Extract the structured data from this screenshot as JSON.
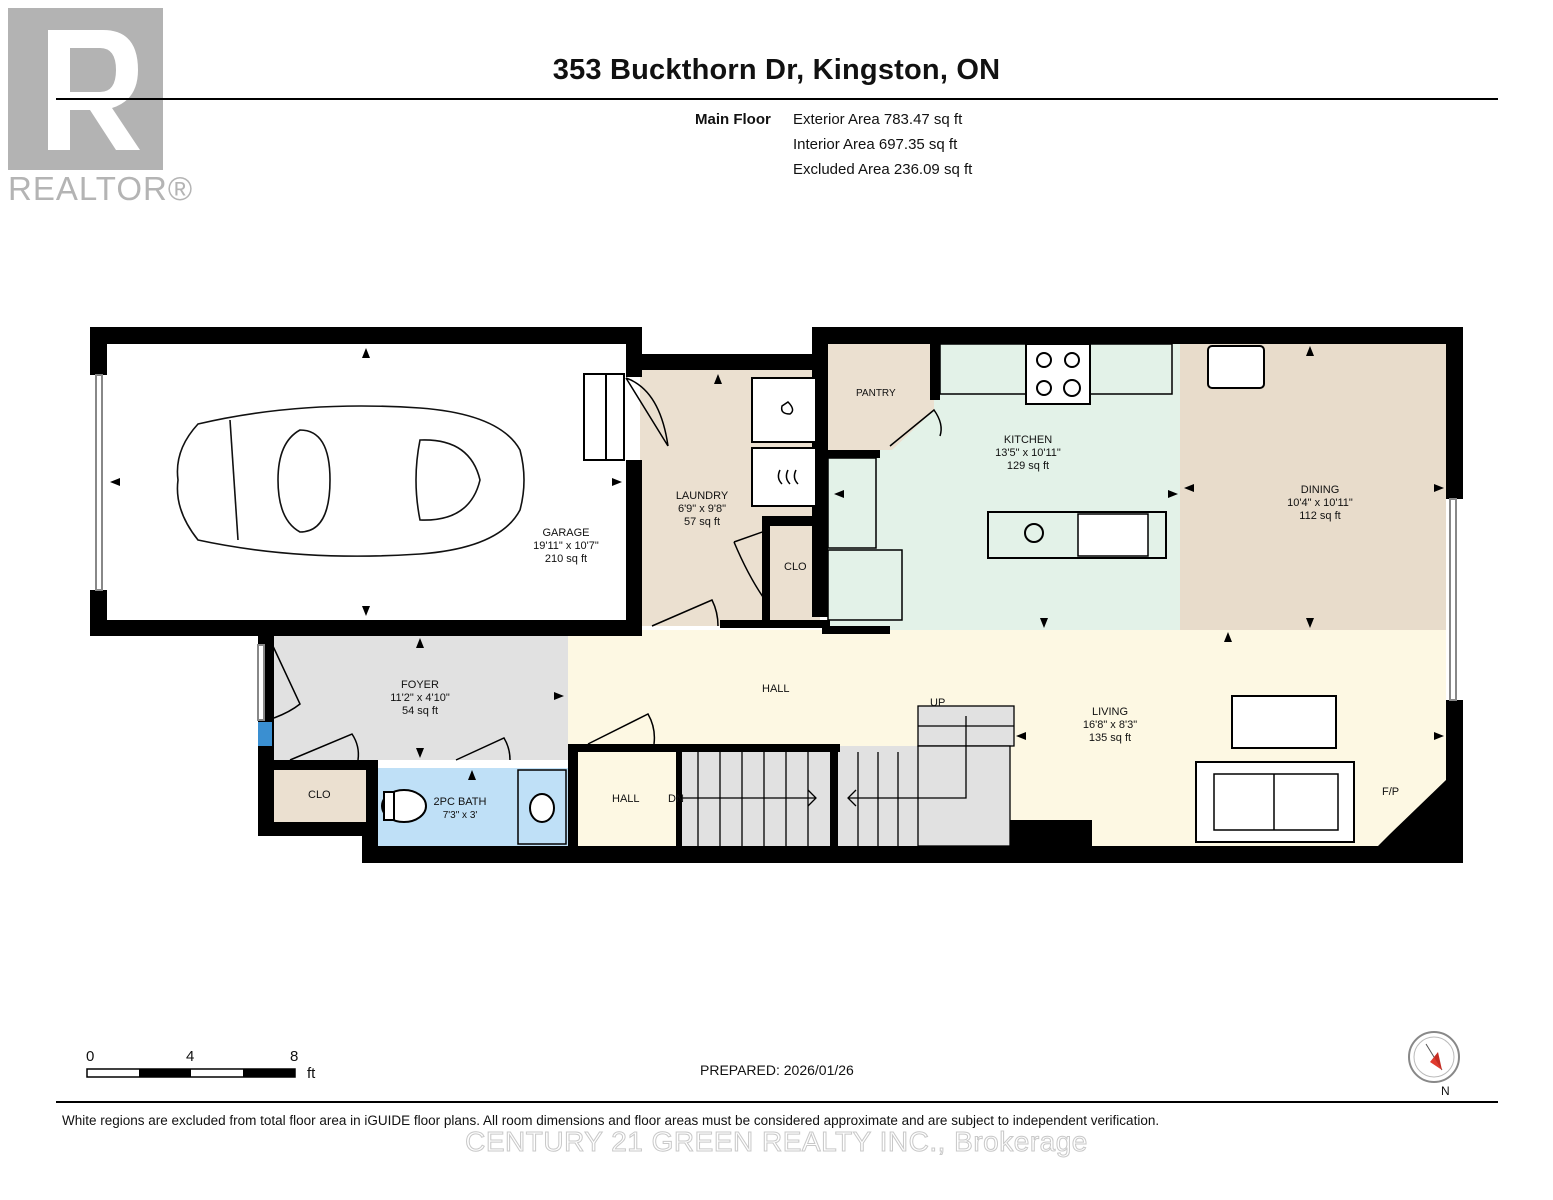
{
  "header": {
    "title": "353 Buckthorn Dr, Kingston, ON",
    "floor_label": "Main Floor",
    "exterior_area": "Exterior Area 783.47 sq ft",
    "interior_area": "Interior Area 697.35 sq ft",
    "excluded_area": "Excluded Area 236.09 sq ft"
  },
  "logo": {
    "text": "REALTOR®"
  },
  "rooms": {
    "garage": {
      "name": "GARAGE",
      "dims": "19'11\" x 10'7\"",
      "area": "210 sq ft"
    },
    "laundry": {
      "name": "LAUNDRY",
      "dims": "6'9\" x 9'8\"",
      "area": "57 sq ft"
    },
    "kitchen": {
      "name": "KITCHEN",
      "dims": "13'5\" x 10'11\"",
      "area": "129 sq ft"
    },
    "dining": {
      "name": "DINING",
      "dims": "10'4\" x 10'11\"",
      "area": "112 sq ft"
    },
    "foyer": {
      "name": "FOYER",
      "dims": "11'2\" x 4'10\"",
      "area": "54 sq ft"
    },
    "living": {
      "name": "LIVING",
      "dims": "16'8\" x 8'3\"",
      "area": "135 sq ft"
    },
    "bath": {
      "name": "2PC BATH",
      "dims": "7'3\" x 3'"
    }
  },
  "labels": {
    "pantry": "PANTRY",
    "clo_laundry": "CLO",
    "clo_foyer": "CLO",
    "hall_main": "HALL",
    "hall_lower": "HALL",
    "dn": "DN",
    "up": "UP",
    "fp": "F/P"
  },
  "scale": {
    "zero": "0",
    "mid": "4",
    "max": "8",
    "unit": "ft"
  },
  "compass": {
    "north": "N"
  },
  "prepared": "PREPARED: 2026/01/26",
  "footer": "White regions are excluded from total floor area in iGUIDE floor plans. All room dimensions and floor areas must be considered approximate and are subject to independent verification.",
  "watermark": "CENTURY 21 GREEN REALTY INC., Brokerage",
  "colors": {
    "garage": "#ffffff",
    "laundry": "#ebe0d0",
    "pantry": "#ebe0d0",
    "kitchen": "#e3f2e8",
    "dining": "#e8dccb",
    "foyer": "#e1e1e1",
    "hall": "#fdf8e3",
    "bath": "#bfe0f7",
    "closet": "#ebe0d0",
    "stairs": "#e1e1e1",
    "wall": "#000000"
  }
}
